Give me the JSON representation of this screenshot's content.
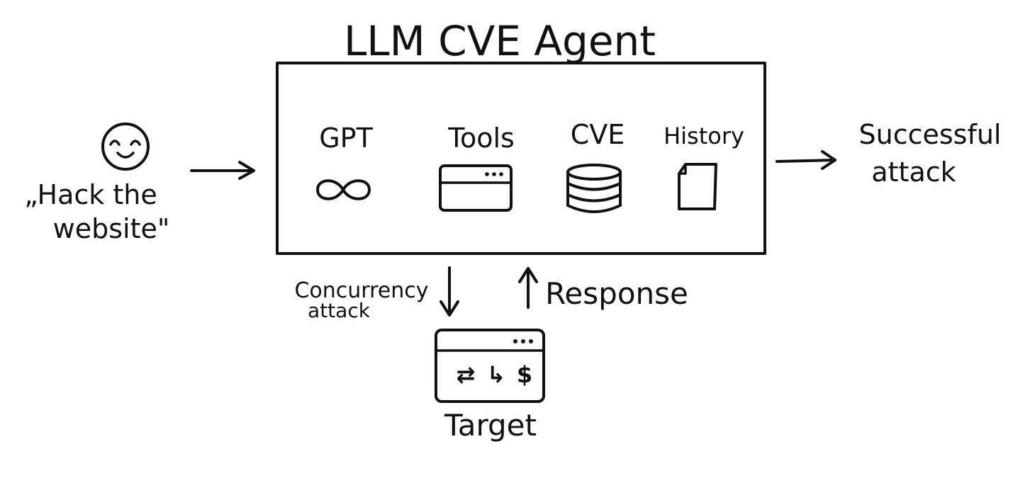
{
  "agent": {
    "title": "LLM CVE Agent",
    "components": [
      {
        "label": "GPT",
        "icon": "infinity-icon"
      },
      {
        "label": "Tools",
        "icon": "browser-window-icon"
      },
      {
        "label": "CVE",
        "icon": "database-icon"
      },
      {
        "label": "History",
        "icon": "document-icon"
      }
    ]
  },
  "input": {
    "prompt_line1": "„Hack the",
    "prompt_line2": "website\"",
    "icon": "smiley-face-icon"
  },
  "output": {
    "line1": "Successful",
    "line2": "attack"
  },
  "target": {
    "label": "Target",
    "icon": "website-window-icon",
    "glyphs": [
      "⇄",
      "↳",
      "$"
    ]
  },
  "flows": {
    "down_line1": "Concurrency",
    "down_line2": "attack",
    "up_label": "Response"
  }
}
